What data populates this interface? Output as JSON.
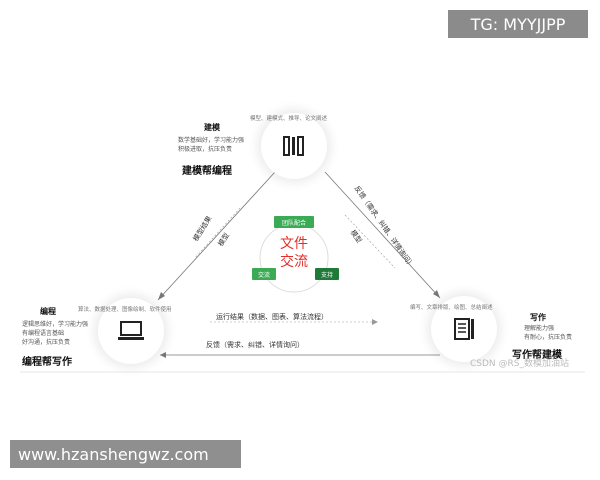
{
  "watermark": {
    "tg": "TG: MYYJJPP",
    "site": "www.hzanshengwz.com",
    "csdn": "CSDN @RS_数模加油站"
  },
  "nodes": {
    "modeling": {
      "title": "建模",
      "desc": "数学基础好，学习能力强\n积极进取，抗压负责",
      "label": "建模帮编程",
      "skills": "模型、建模式、推导、论文阐述"
    },
    "programming": {
      "title": "编程",
      "desc": "逻辑思维好，学习能力强\n有编程语言基础\n好沟通，抗压负责",
      "label": "编程帮写作",
      "skills": "算法、数据处理、图像绘制、软件使用"
    },
    "writing": {
      "title": "写作",
      "desc": "理解能力强\n有耐心，抗压负责",
      "label": "写作帮建模",
      "skills": "编写、文章排版、绘图、总结阐述"
    }
  },
  "center": {
    "line1": "文件",
    "line2": "交流",
    "teamwork": "团队配合",
    "communication": "交流",
    "support": "支持"
  },
  "edges": {
    "left_outer": "模型结果",
    "left_inner": "模型",
    "right_outer": "反馈（需求、纠错、详情询问）",
    "right_inner": "模型",
    "bottom_top": "运行结果（数据、图表、算法流程）",
    "bottom_bottom": "反馈（需求、纠错、详情询问）"
  },
  "colors": {
    "accent_red": "#e0302a",
    "green": "#3aaa55",
    "dark_green": "#1f7a3a"
  }
}
